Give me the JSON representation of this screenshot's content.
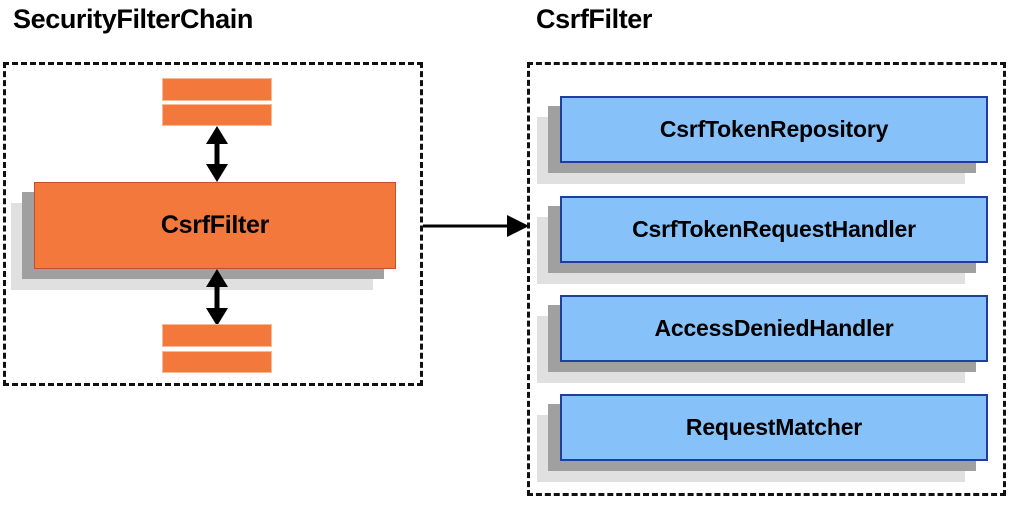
{
  "diagram": {
    "type": "architecture-diagram",
    "background_color": "#ffffff",
    "panels": [
      {
        "id": "security-filter-chain",
        "title": "SecurityFilterChain",
        "border_style": "dashed",
        "border_color": "#111111",
        "items": [
          {
            "id": "filter-above-1",
            "label": "",
            "shape": "bar",
            "color": "#f2783c"
          },
          {
            "id": "filter-above-2",
            "label": "",
            "shape": "bar",
            "color": "#f2783c"
          },
          {
            "id": "csrf-filter",
            "label": "CsrfFilter",
            "shape": "card",
            "color": "#f2783c"
          },
          {
            "id": "filter-below-1",
            "label": "",
            "shape": "bar",
            "color": "#f2783c"
          },
          {
            "id": "filter-below-2",
            "label": "",
            "shape": "bar",
            "color": "#f2783c"
          }
        ],
        "connectors": [
          {
            "id": "conn-up",
            "style": "double-headed-vertical-arrow",
            "color": "#000000"
          },
          {
            "id": "conn-down",
            "style": "double-headed-vertical-arrow",
            "color": "#000000"
          }
        ]
      },
      {
        "id": "csrf-filter-detail",
        "title": "CsrfFilter",
        "border_style": "dashed",
        "border_color": "#111111",
        "items": [
          {
            "id": "csrf-token-repository",
            "label": "CsrfTokenRepository",
            "shape": "card",
            "color": "#86c1fa"
          },
          {
            "id": "csrf-token-request-handler",
            "label": "CsrfTokenRequestHandler",
            "shape": "card",
            "color": "#86c1fa"
          },
          {
            "id": "access-denied-handler",
            "label": "AccessDeniedHandler",
            "shape": "card",
            "color": "#86c1fa"
          },
          {
            "id": "request-matcher",
            "label": "RequestMatcher",
            "shape": "card",
            "color": "#86c1fa"
          }
        ]
      }
    ],
    "cross_panel_connector": {
      "id": "expand-arrow",
      "style": "single-headed-horizontal-arrow",
      "color": "#000000",
      "from": "security-filter-chain",
      "to": "csrf-filter-detail"
    },
    "colors": {
      "orange_fill": "#f2783c",
      "orange_stroke": "#c1502a",
      "blue_fill": "#86c1fa",
      "blue_stroke": "#1f3fa0",
      "shadow_near": "#a0a0a0",
      "shadow_far": "#e0e0e0",
      "text": "#000000"
    }
  }
}
